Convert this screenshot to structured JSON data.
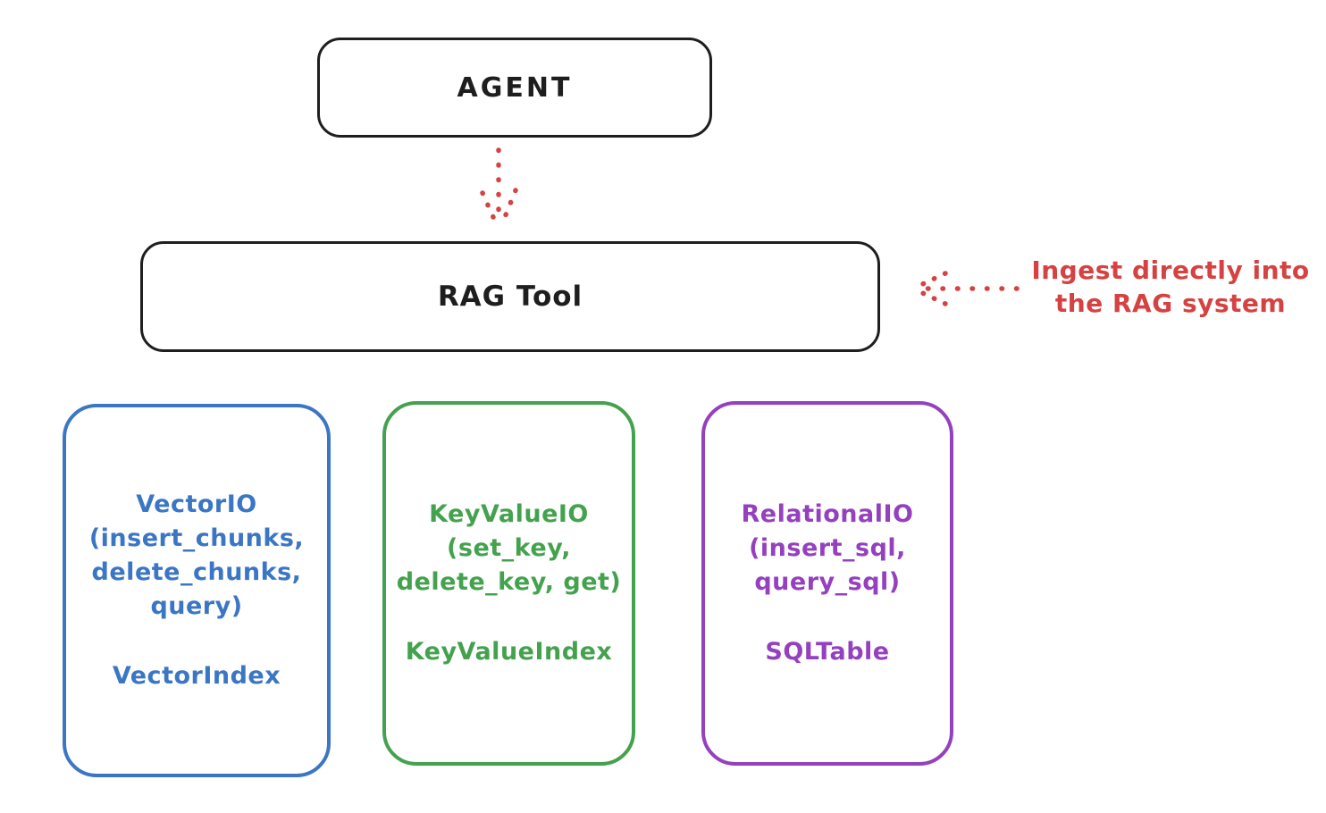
{
  "diagram": {
    "agent_box": {
      "label": "AGENT"
    },
    "rag_tool_box": {
      "label": "RAG Tool"
    },
    "ingest_annotation": {
      "line1": "Ingest directly into",
      "line2": "the RAG system"
    },
    "io_boxes": [
      {
        "name": "vector-io",
        "accent_color": "#3b76c4",
        "lines": [
          "VectorIO",
          "(insert_chunks,",
          "delete_chunks,",
          "query)"
        ],
        "index_label": "VectorIndex"
      },
      {
        "name": "keyvalue-io",
        "accent_color": "#44a24e",
        "lines": [
          "KeyValueIO",
          "(set_key,",
          "delete_key, get)"
        ],
        "index_label": "KeyValueIndex"
      },
      {
        "name": "relational-io",
        "accent_color": "#9440bf",
        "lines": [
          "RelationalIO",
          "(insert_sql,",
          "query_sql)"
        ],
        "index_label": "SQLTable"
      }
    ],
    "colors": {
      "stroke_black": "#1e1e1e",
      "annotation_red": "#d64242",
      "vector_blue": "#3b76c4",
      "keyvalue_green": "#44a24e",
      "relational_purple": "#9440bf",
      "background": "#ffffff"
    }
  }
}
